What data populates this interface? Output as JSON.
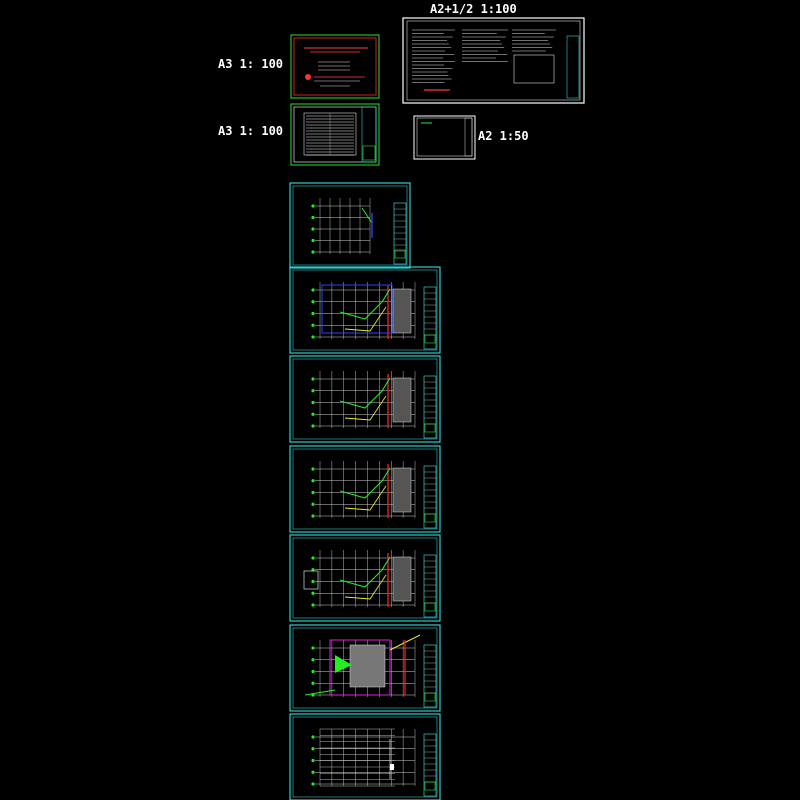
{
  "labels": {
    "a3_top": "A3 1: 100",
    "a3_second": "A3 1: 100",
    "a2_half": "A2+1/2  1:100",
    "a2": "A2  1:50"
  },
  "colors": {
    "background": "#000000",
    "frame_cyan": "#33cccc",
    "frame_green": "#22bb22",
    "frame_red": "#cc2222",
    "frame_white": "#ffffff",
    "line_red": "#ff2020",
    "line_green": "#22ee22",
    "line_blue": "#2244ff",
    "line_magenta": "#dd22dd",
    "line_yellow": "#eeee22",
    "line_gray": "#aaaaaa"
  },
  "sheets": [
    {
      "id": "cover-sheet",
      "frame": "green-red"
    },
    {
      "id": "index-sheet",
      "frame": "green"
    },
    {
      "id": "notes-sheet",
      "frame": "white"
    },
    {
      "id": "a2-sheet",
      "frame": "white"
    },
    {
      "id": "drawing-sheet-1",
      "frame": "cyan"
    },
    {
      "id": "drawing-sheet-2",
      "frame": "cyan"
    },
    {
      "id": "drawing-sheet-3",
      "frame": "cyan"
    },
    {
      "id": "drawing-sheet-4",
      "frame": "cyan"
    },
    {
      "id": "drawing-sheet-5",
      "frame": "cyan"
    },
    {
      "id": "drawing-sheet-6",
      "frame": "cyan"
    },
    {
      "id": "drawing-sheet-7",
      "frame": "cyan"
    }
  ]
}
